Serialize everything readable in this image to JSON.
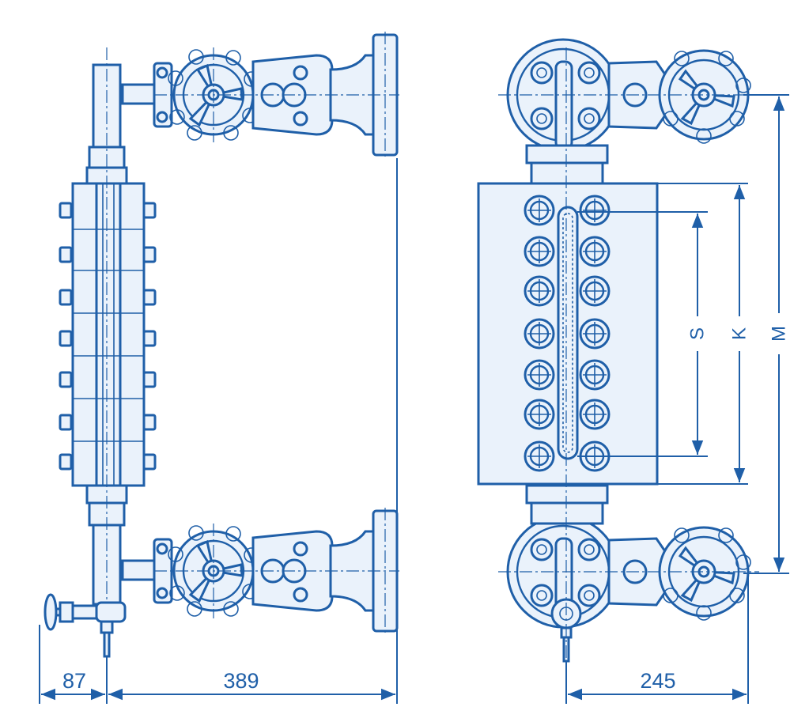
{
  "dimensions": {
    "drain_offset": "87",
    "valve_length": "389",
    "handwheel_span": "245"
  },
  "labels": {
    "visible_length": "S",
    "body_length": "K",
    "center_distance": "M"
  },
  "colors": {
    "line": "#1f5fa8",
    "fill": "#eaf2fb",
    "background": "#ffffff"
  }
}
